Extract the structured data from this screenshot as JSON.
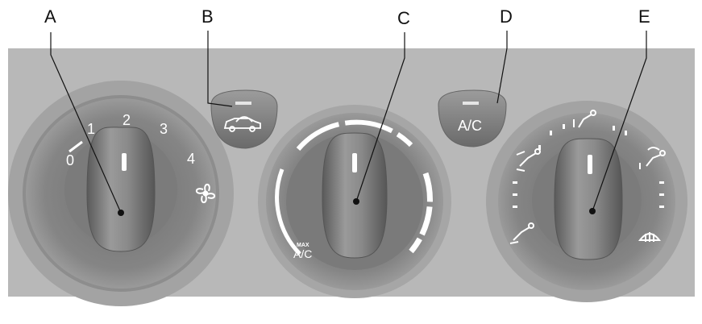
{
  "callouts": {
    "a": "A",
    "b": "B",
    "c": "C",
    "d": "D",
    "e": "E"
  },
  "fan_scale": [
    "0",
    "1",
    "2",
    "3",
    "4"
  ],
  "temp_label": {
    "top": "MAX",
    "bottom": "A/C"
  },
  "ac_button_label": "A/C",
  "icons": {
    "fan": "fan-icon",
    "recirculation": "recirculation-car-icon",
    "face_vent": "face-vent-icon",
    "face_feet": "face-feet-icon",
    "feet": "feet-icon",
    "feet_defrost": "feet-defrost-icon",
    "windscreen_defrost": "windscreen-defrost-icon"
  },
  "colors": {
    "panel": "#b2b2b2",
    "bezel": "#8f8f8f",
    "knob": "#7a7a7a",
    "marking": "#ffffff"
  }
}
